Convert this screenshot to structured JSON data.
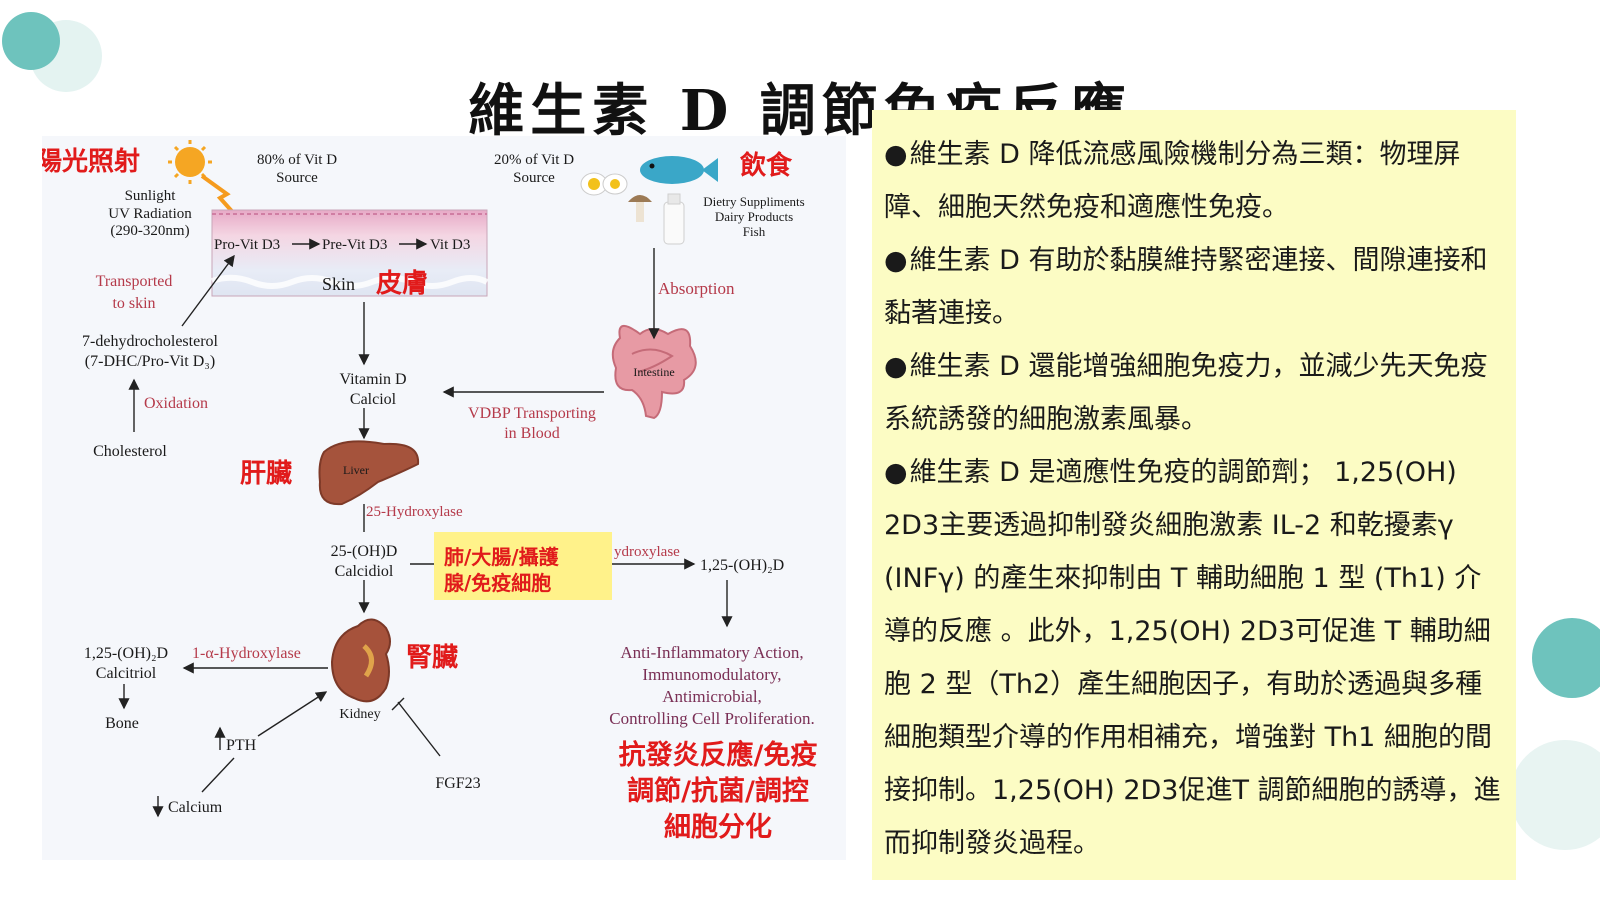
{
  "title": "維生素 D 調節免疫反應",
  "diagram": {
    "zh_labels": {
      "sunlight": "陽光照射",
      "diet": "飲食",
      "skin": "皮膚",
      "liver": "肝臟",
      "kidney": "腎臟",
      "box_line1": "肺/大腸/攝護",
      "box_line2": "腺/免疫細胞",
      "effects_line1": "抗發炎反應/免疫",
      "effects_line2": "調節/抗菌/調控",
      "effects_line3": "細胞分化"
    },
    "labels": {
      "source80_1": "80% of Vit D",
      "source80_2": "Source",
      "source20_1": "20% of Vit D",
      "source20_2": "Source",
      "sunlight_1": "Sunlight",
      "sunlight_2": "UV Radiation",
      "sunlight_3": "(290-320nm)",
      "diet_1": "Dietry Suppliments",
      "diet_2": "Dairy Products",
      "diet_3": "Fish",
      "pro_vit": "Pro-Vit D3",
      "pre_vit": "Pre-Vit D3",
      "vit_d3": "Vit D3",
      "skin": "Skin",
      "transported_1": "Transported",
      "transported_2": "to skin",
      "absorption": "Absorption",
      "dhc_1": "7-dehydrocholesterol",
      "dhc_2": "(7-DHC/Pro-Vit D₃)",
      "oxidation": "Oxidation",
      "cholesterol": "Cholesterol",
      "vitd_1": "Vitamin D",
      "vitd_2": "Calciol",
      "intestine": "Intestine",
      "vdbp_1": "VDBP Transporting",
      "vdbp_2": "in Blood",
      "liver": "Liver",
      "hydroxylase25": "25-Hydroxylase",
      "calcidiol_1": "25-(OH)D",
      "calcidiol_2": "Calcidiol",
      "ydroxylase": "ydroxylase",
      "oh2d_right": "1,25-(OH)₂D",
      "calcitriol_1": "1,25-(OH)₂D",
      "calcitriol_2": "Calcitriol",
      "alpha_hydroxylase": "1-α-Hydroxylase",
      "bone": "Bone",
      "kidney": "Kidney",
      "pth": "PTH",
      "calcium": "Calcium",
      "fgf23": "FGF23",
      "action_1": "Anti-Inflammatory Action,",
      "action_2": "Immunomodulatory,",
      "action_3": "Antimicrobial,",
      "action_4": "Controlling Cell Proliferation."
    }
  },
  "paragraphs": [
    {
      "bullet": "●",
      "text": "維生素 D 降低流感風險機制分為三類：物理屏障、細胞天然免疫和適應性免疫。"
    },
    {
      "bullet": "●",
      "text": "維生素 D 有助於黏膜維持緊密連接、間隙連接和黏著連接。"
    },
    {
      "bullet": "●",
      "text": "維生素 D 還能增強細胞免疫力，並減少先天免疫系統誘發的細胞激素風暴。"
    },
    {
      "bullet": "●",
      "text": "維生素 D 是適應性免疫的調節劑； 1,25(OH) 2D3主要透過抑制發炎細胞激素 IL-2 和乾擾素γ (INFγ) 的產生來抑制由 T 輔助細胞 1 型 (Th1) 介導的反應 。此外，1,25(OH) 2D3可促進 T 輔助細胞 2 型（Th2）產生細胞因子，有助於透過與多種細胞類型介導的作用相補充，增強對 Th1 細胞的間接抑制。1,25(OH) 2D3促進T 調節細胞的誘導，進而抑制發炎過程。"
    }
  ],
  "colors": {
    "title_text": "#111111",
    "zh_red": "#e11b1b",
    "label_red": "#b53a4a",
    "label_purple": "#7a2f55",
    "highlight_yellow": "#fff28a",
    "text_panel_bg": "#fcfcc4",
    "teal_deco": "#6ec3bd"
  }
}
